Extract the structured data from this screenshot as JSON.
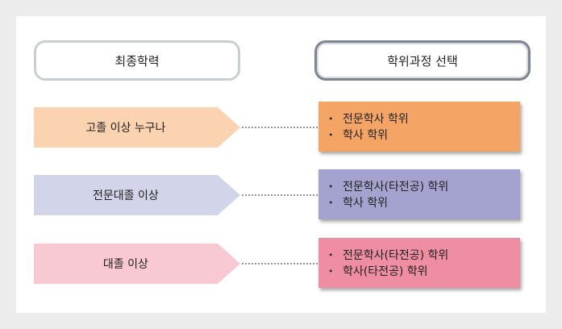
{
  "headers": {
    "left": "최종학력",
    "right": "학위과정 선택"
  },
  "rows": [
    {
      "education": "고졸 이상 누구나",
      "degrees": [
        "전문학사 학위",
        "학사 학위"
      ],
      "arrow_color": "#fbd3b1",
      "box_color": "#f4a565"
    },
    {
      "education": "전문대졸 이상",
      "degrees": [
        "전문학사(타전공) 학위",
        "학사 학위"
      ],
      "arrow_color": "#d2d4ea",
      "box_color": "#a4a3cf"
    },
    {
      "education": "대졸 이상",
      "degrees": [
        "전문학사(타전공) 학위",
        "학사(타전공) 학위"
      ],
      "arrow_color": "#f8c8d3",
      "box_color": "#ef8da3"
    }
  ]
}
